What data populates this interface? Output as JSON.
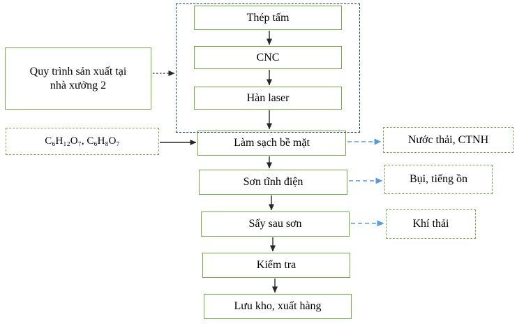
{
  "diagram": {
    "type": "flowchart",
    "source_box": {
      "lines": [
        "Quy trình sản xuất tại",
        "nhà xưởng 2"
      ]
    },
    "input_box": {
      "label": "C₆H₁₂O₇, C₆H₈O₇"
    },
    "steps": [
      {
        "label": "Thép tấm"
      },
      {
        "label": "CNC"
      },
      {
        "label": "Hàn laser"
      },
      {
        "label": "Làm sạch bề mặt"
      },
      {
        "label": "Sơn tĩnh điện"
      },
      {
        "label": "Sấy sau sơn"
      },
      {
        "label": "Kiểm tra"
      },
      {
        "label": "Lưu kho, xuất hàng"
      }
    ],
    "outputs": [
      {
        "label": "Nước thải, CTNH",
        "from_step": "Làm sạch bề mặt"
      },
      {
        "label": "Bụi, tiếng ồn",
        "from_step": "Sơn tĩnh điện"
      },
      {
        "label": "Khí thải",
        "from_step": "Sấy sau sơn"
      }
    ],
    "colors": {
      "step_border": "#70ad47",
      "frame_border": "#1f3864",
      "flow_arrow": "#262626",
      "dotted_arrow": "#7f7f7f",
      "output_arrow": "#5b9bd5"
    }
  }
}
